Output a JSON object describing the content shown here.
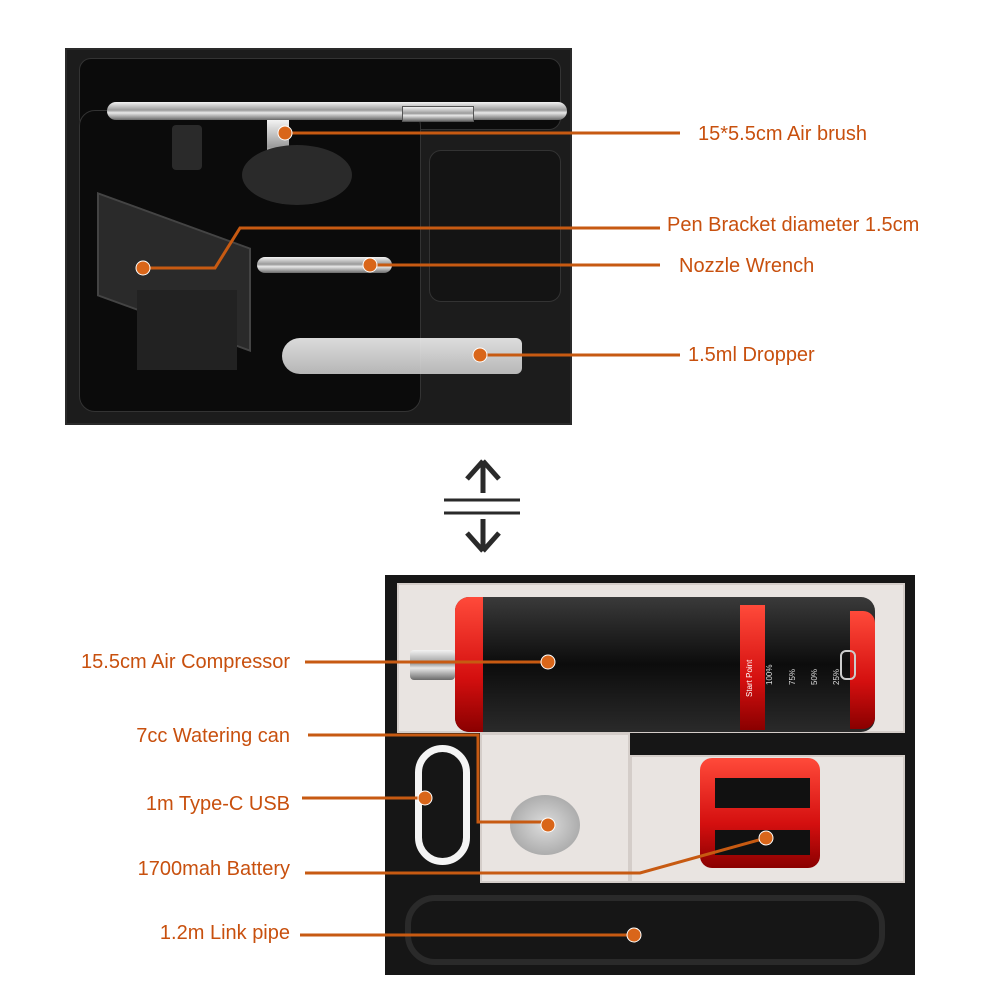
{
  "top_tray": {
    "labels": {
      "airbrush": "15*5.5cm Air brush",
      "pen_bracket": "Pen Bracket diameter 1.5cm",
      "nozzle_wrench": "Nozzle Wrench",
      "dropper": "1.5ml Dropper"
    }
  },
  "bottom_box": {
    "labels": {
      "compressor": "15.5cm Air Compressor",
      "watering_can": "7cc Watering can",
      "usb": "1m Type-C USB",
      "battery": "1700mah Battery",
      "link_pipe": "1.2m Link pipe"
    },
    "compressor_print": {
      "start_point": "Start Point",
      "levels": [
        "100%",
        "75%",
        "50%",
        "25%"
      ]
    }
  },
  "icons": {
    "swap": "up-down-arrows-icon"
  },
  "colors": {
    "label": "#c8500e",
    "leader": "#c75a12",
    "accent_red": "#e01010"
  }
}
